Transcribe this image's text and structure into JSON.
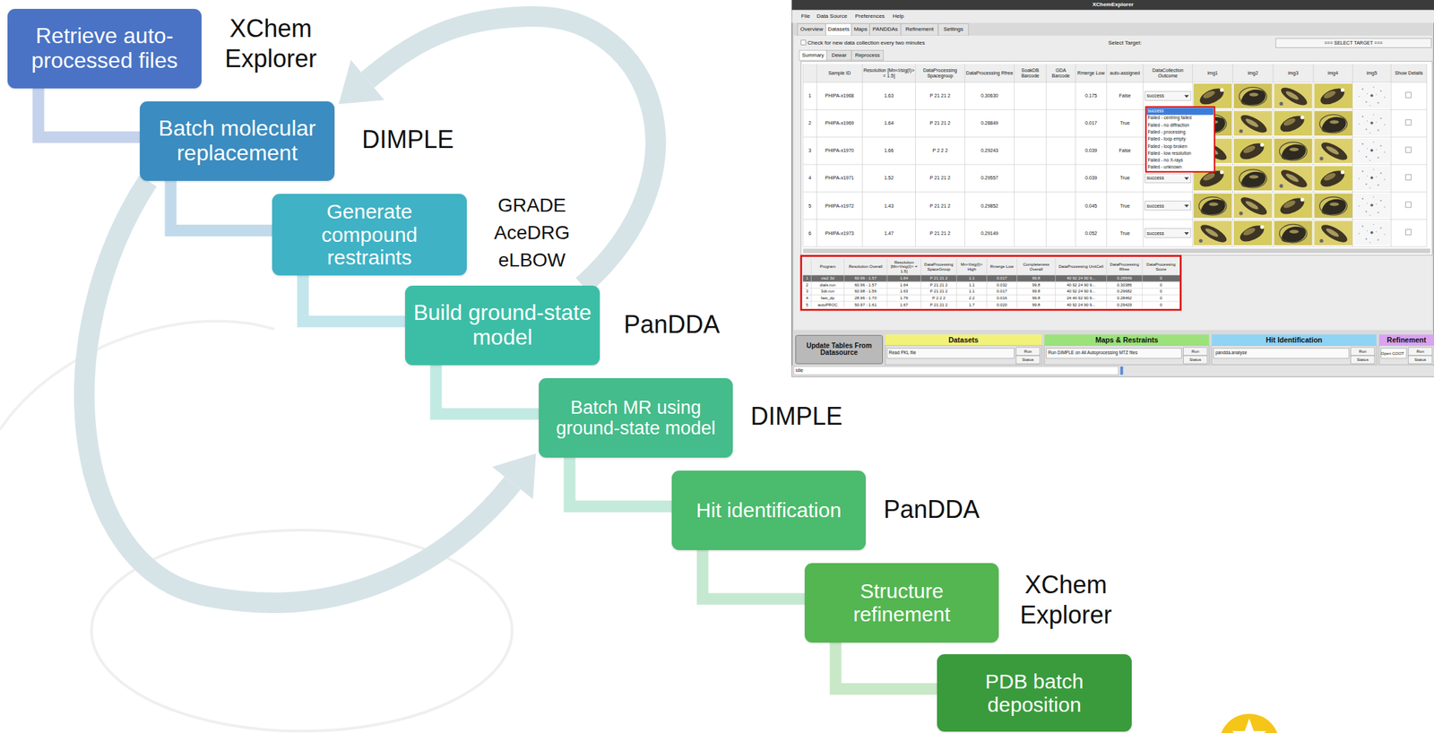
{
  "diagram": {
    "nodes": [
      {
        "text": [
          "Retrieve auto-processed files"
        ]
      },
      {
        "text": [
          "Batch molecular replacement"
        ]
      },
      {
        "text": [
          "Generate compound restraints"
        ]
      },
      {
        "text": [
          "Build ground-state model"
        ]
      },
      {
        "text": [
          "Batch MR using ground-state model"
        ]
      },
      {
        "text": [
          "Hit identification"
        ]
      },
      {
        "text": [
          "Structure refinement"
        ]
      },
      {
        "text": [
          "PDB batch deposition"
        ]
      }
    ],
    "edges": [
      {
        "from": 0,
        "to": 1,
        "arrow": "none"
      },
      {
        "from": 1,
        "to": 2,
        "arrow": "none"
      },
      {
        "from": 2,
        "to": 3,
        "arrow": "none"
      },
      {
        "from": 3,
        "to": 4,
        "arrow": "none"
      },
      {
        "from": 4,
        "to": 5,
        "arrow": "none"
      },
      {
        "from": 5,
        "to": 6,
        "arrow": "none"
      },
      {
        "from": 6,
        "to": 7,
        "arrow": "none"
      },
      {
        "from": 3,
        "to": 1,
        "arrow": "to"
      },
      {
        "from": 1,
        "to": 4,
        "arrow": "to"
      }
    ],
    "labels": [
      "XChem Explorer",
      "DIMPLE",
      "GRADE",
      "AceDRG",
      "eLBOW",
      "PanDDA",
      "DIMPLE",
      "PanDDA",
      "XChem Explorer",
      "XChemExplorer",
      "File",
      "Data Source",
      "Preferences",
      "Help",
      "Overview",
      "Datasets",
      "Maps",
      "PANDDAs",
      "Refinement",
      "Settings",
      "Check for new data collection every two minutes",
      "Select Target:",
      "=== SELECT TARGET ===",
      "Summary",
      "Dewar",
      "Reprocess",
      "Sample ID",
      "Resolution [Mn<I/sig(I)> = 1.5]",
      "DataProcessing Spacegroup",
      "DataProcessing Rfree",
      "SoakDB Barcode",
      "GDA Barcode",
      "Rmerge Low",
      "auto-assigned",
      "DataCollection Outcome",
      "img1",
      "img2",
      "img3",
      "img4",
      "img5",
      "Show Details",
      "1",
      "PHIPA-x1968",
      "1.63",
      "P 21 21 2",
      "0.30630",
      "0.175",
      "False",
      "2",
      "PHIPA-x1969",
      "1.64",
      "P 21 21 2",
      "0.28849",
      "0.017",
      "True",
      "3",
      "PHIPA-x1970",
      "1.66",
      "P 2 2 2",
      "0.29243",
      "0.039",
      "False",
      "4",
      "PHIPA-x1971",
      "1.52",
      "P 21 21 2",
      "0.29557",
      "0.039",
      "True",
      "5",
      "PHIPA-x1972",
      "1.43",
      "P 21 21 2",
      "0.29852",
      "0.045",
      "True",
      "6",
      "PHIPA-x1973",
      "1.47",
      "P 21 21 2",
      "0.29149",
      "0.052",
      "True",
      "success",
      "success",
      "success",
      "success",
      "success",
      "Failed - centring failed",
      "Failed - no diffraction",
      "Failed - processing",
      "Failed - loop empty",
      "Failed - loop broken",
      "Failed - low resolution",
      "Failed - no X-rays",
      "Failed - unknown",
      "Program",
      "Resolution Overall",
      "Resolution [Mn<I/sig(I)> = 1.5]",
      "DataProcessing SpaceGroup",
      "Mn<I/sig(I)> High",
      "Rmerge Low",
      "Completeness Overall",
      "DataProcessing UnitCell",
      "DataProcessing Rfree",
      "DataProcessing Score",
      "1",
      "xia2 3d",
      "60.96 - 1.57",
      "1.64",
      "P 21 21 2",
      "1.1",
      "0.017",
      "99.8",
      "40 92 24 90 9...",
      "0.28849",
      "0",
      "2",
      "dials.run",
      "60.96 - 1.57",
      "1.64",
      "P 21 21 2",
      "1.1",
      "0.032",
      "99.8",
      "40 92 24 90 9...",
      "0.30386",
      "0",
      "3",
      "3dii.run",
      "60.98 - 1.56",
      "1.63",
      "P 21 21 2",
      "1.1",
      "0.017",
      "99.8",
      "40 92 24 90 9...",
      "0.29682",
      "0",
      "4",
      "fast_dp",
      "28.96 - 1.70",
      "1.79",
      "P 2 2 2",
      "2.2",
      "0.016",
      "99.8",
      "24 40 92 90 9...",
      "0.28462",
      "0",
      "5",
      "autoPROC",
      "50.97 - 1.61",
      "1.67",
      "P 21 21 2",
      "1.7",
      "0.020",
      "99.8",
      "40 92 24 90 9...",
      "0.29429",
      "0",
      "Update Tables From Datasource",
      "Datasets",
      "Read PKL file",
      "Run",
      "Status",
      "Maps & Restraints",
      "Run DIMPLE on All Autoprocessing MTZ files",
      "Run",
      "Status",
      "Hit Identification",
      "pandda.analyse",
      "Run",
      "Status",
      "Refinement",
      "Open COOT",
      "Run",
      "Status",
      "idle"
    ]
  }
}
